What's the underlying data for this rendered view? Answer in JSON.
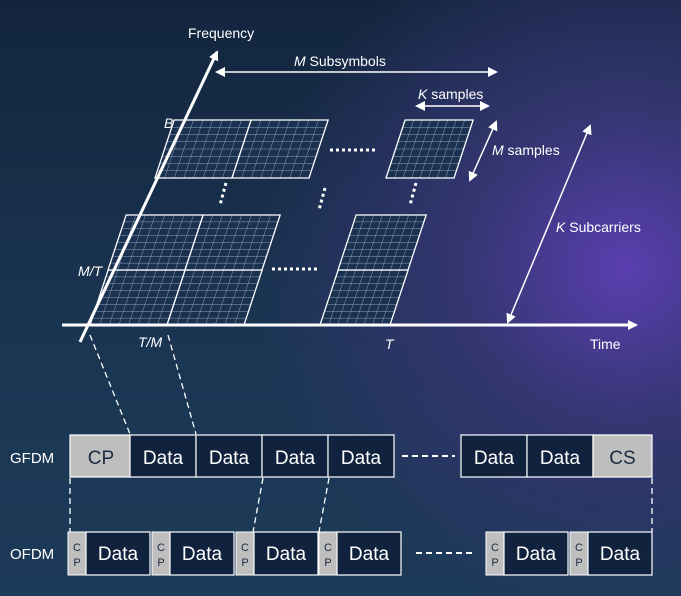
{
  "axes": {
    "frequency_label": "Frequency",
    "time_label": "Time",
    "b_label": "B",
    "m_over_t_label": "M/T",
    "t_over_m_label": "T/M",
    "t_label": "T"
  },
  "annotations": {
    "m_subsymbols_var": "M",
    "m_subsymbols_text": " Subsymbols",
    "k_samples_var": "K",
    "k_samples_text": " samples",
    "m_samples_var": "M",
    "m_samples_text": " samples",
    "k_subcarriers_var": "K",
    "k_subcarriers_text": " Subcarriers"
  },
  "gfdm": {
    "label": "GFDM",
    "blocks": [
      "CP",
      "Data",
      "Data",
      "Data",
      "Data",
      "Data",
      "Data",
      "CS"
    ]
  },
  "ofdm": {
    "label": "OFDM",
    "cp_top": "C",
    "cp_bottom": "P",
    "data_label": "Data"
  },
  "colors": {
    "gray_block": "#bebebe",
    "navy_block": "#10223d",
    "line": "#ffffff"
  }
}
